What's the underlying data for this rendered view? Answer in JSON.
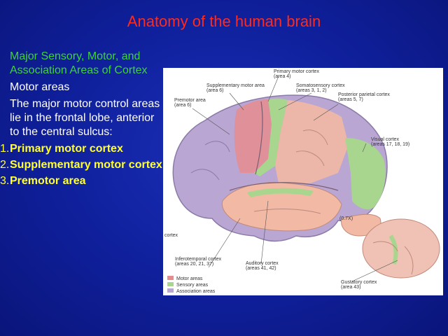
{
  "slide": {
    "title": "Anatomy of the human brain",
    "heading": "Major Sensory, Motor, and Association Areas of Cortex",
    "subheading": "Motor areas",
    "body": "The major motor control areas lie in the frontal lobe, anterior to the central sulcus:",
    "list": [
      {
        "num": "1.",
        "text": "Primary motor cortex"
      },
      {
        "num": "2.",
        "text": "Supplementary motor cortex"
      },
      {
        "num": "3.",
        "text": "Premotor area"
      }
    ]
  },
  "figure": {
    "labels": {
      "primary_motor": "Primary motor cortex",
      "primary_motor_area": "(area 4)",
      "supplementary": "Supplementary motor area",
      "supplementary_area": "(area 6)",
      "somatosensory": "Somatosensory cortex",
      "somatosensory_area": "(areas 3, 1, 2)",
      "premotor": "Premotor area",
      "premotor_area": "(area 6)",
      "posterior_parietal": "Posterior parietal cortex",
      "posterior_parietal_area": "(areas 5, 7)",
      "visual": "Visual cortex",
      "visual_area": "(areas 17, 18, 19)",
      "cortex_fragment": "cortex",
      "scale": "(0.7X)",
      "inferotemporal": "Inferotemporal cortex",
      "inferotemporal_area": "(areas 20, 21, 37)",
      "auditory": "Auditory cortex",
      "auditory_area": "(areas 41, 42)",
      "gustatory": "Gustatory cortex",
      "gustatory_area": "(area 43)"
    },
    "legend": [
      {
        "label": "Motor areas",
        "color": "#e58c8f"
      },
      {
        "label": "Sensory areas",
        "color": "#a8d68e"
      },
      {
        "label": "Association areas",
        "color": "#b9a6d2"
      }
    ],
    "colors": {
      "motor": "#e58c8f",
      "sensory": "#a8d68e",
      "association": "#b9a6d2",
      "tissue": "#f2b9a4"
    }
  }
}
